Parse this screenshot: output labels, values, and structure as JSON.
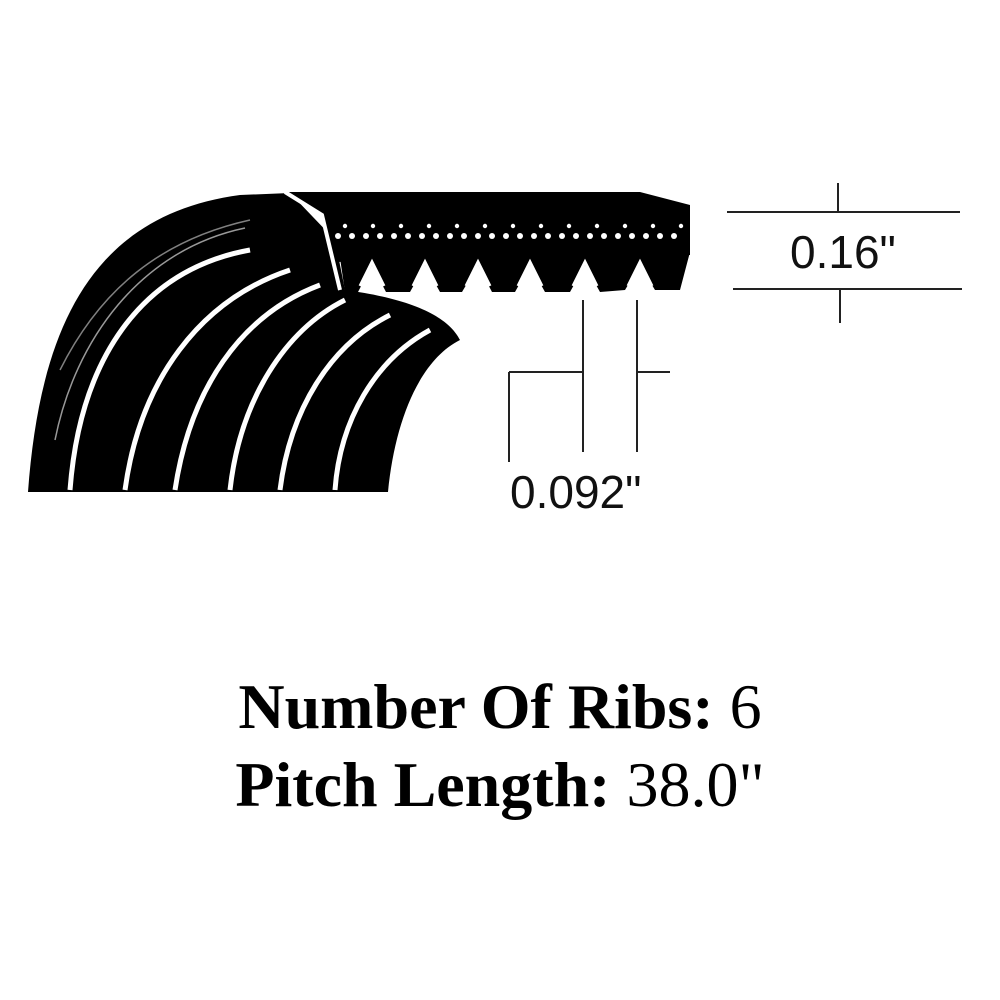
{
  "dimensions": {
    "height": "0.16\"",
    "rib_pitch": "0.092\""
  },
  "specs": {
    "ribs_label": "Number Of Ribs:",
    "ribs_value": "6",
    "pitch_label": "Pitch Length:",
    "pitch_value": "38.0\""
  },
  "colors": {
    "belt": "#000000",
    "background": "#ffffff",
    "groove_highlight": "#ffffff"
  }
}
